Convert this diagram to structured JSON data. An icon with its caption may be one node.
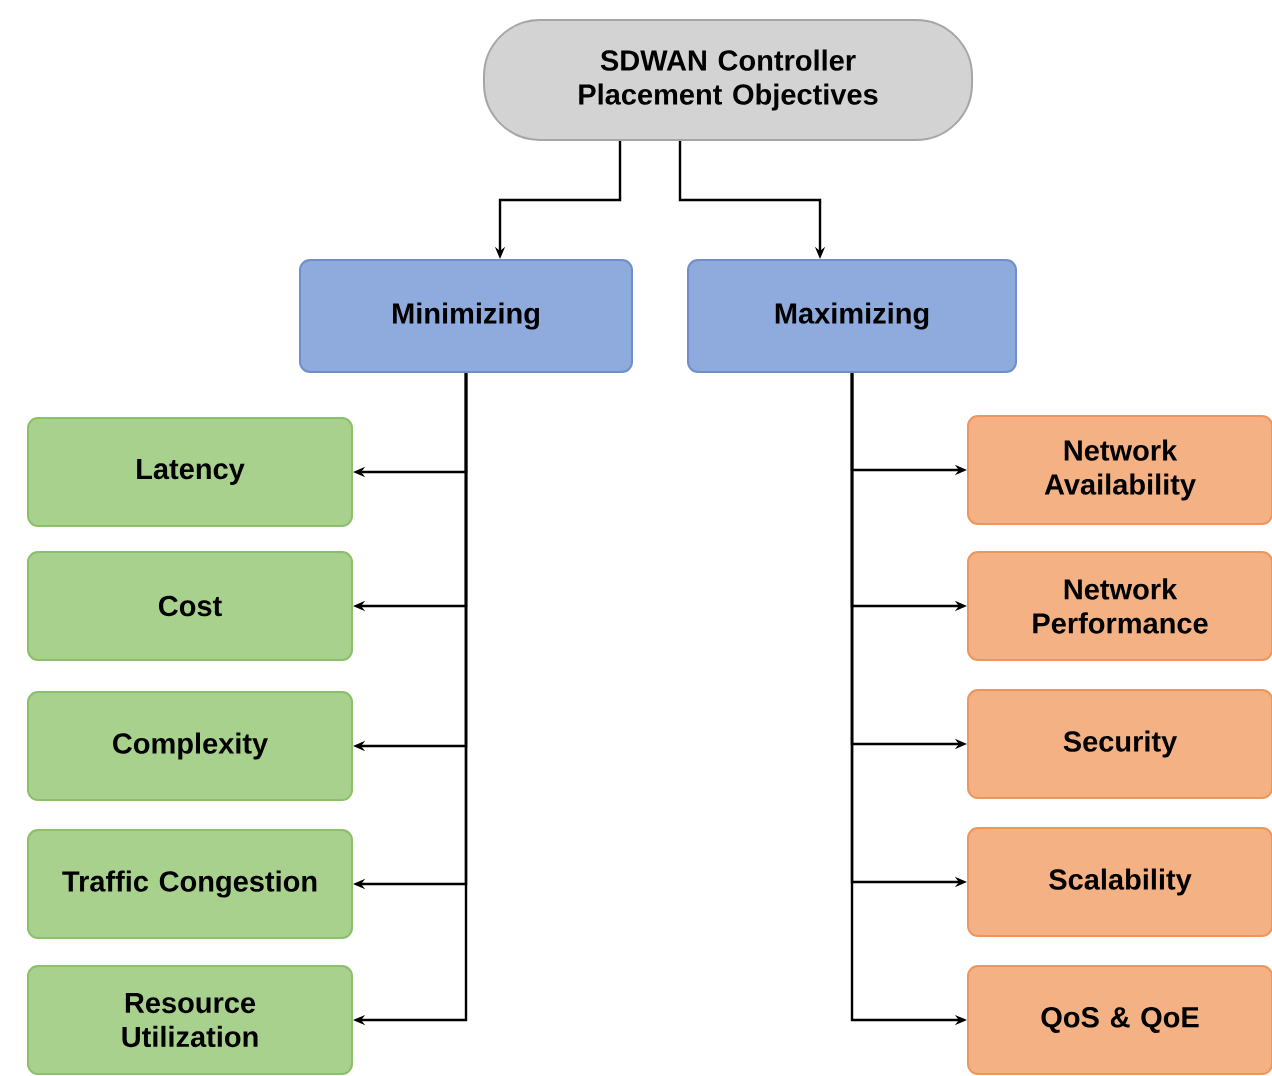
{
  "diagram": {
    "nodes": [
      {
        "text": [
          "SDWAN Controller Placement Objectives"
        ]
      },
      {
        "text": [
          "Minimizing"
        ]
      },
      {
        "text": [
          "Maximizing"
        ]
      },
      {
        "text": [
          "Latency"
        ]
      },
      {
        "text": [
          "Cost"
        ]
      },
      {
        "text": [
          "Complexity"
        ]
      },
      {
        "text": [
          "Traffic Congestion"
        ]
      },
      {
        "text": [
          "Resource Utilization"
        ]
      },
      {
        "text": [
          "Network Availability"
        ]
      },
      {
        "text": [
          "Network Performance"
        ]
      },
      {
        "text": [
          "Security"
        ]
      },
      {
        "text": [
          "Scalability"
        ]
      },
      {
        "text": [
          "QoS & QoE"
        ]
      }
    ],
    "edges": [
      {
        "from": 0,
        "to": 1,
        "arrow": "to"
      },
      {
        "from": 0,
        "to": 2,
        "arrow": "to"
      },
      {
        "from": 1,
        "to": 3,
        "arrow": "to"
      },
      {
        "from": 1,
        "to": 4,
        "arrow": "to"
      },
      {
        "from": 1,
        "to": 5,
        "arrow": "to"
      },
      {
        "from": 1,
        "to": 6,
        "arrow": "to"
      },
      {
        "from": 1,
        "to": 7,
        "arrow": "to"
      },
      {
        "from": 2,
        "to": 8,
        "arrow": "to"
      },
      {
        "from": 2,
        "to": 9,
        "arrow": "to"
      },
      {
        "from": 2,
        "to": 10,
        "arrow": "to"
      },
      {
        "from": 2,
        "to": 11,
        "arrow": "to"
      },
      {
        "from": 2,
        "to": 12,
        "arrow": "to"
      }
    ]
  }
}
